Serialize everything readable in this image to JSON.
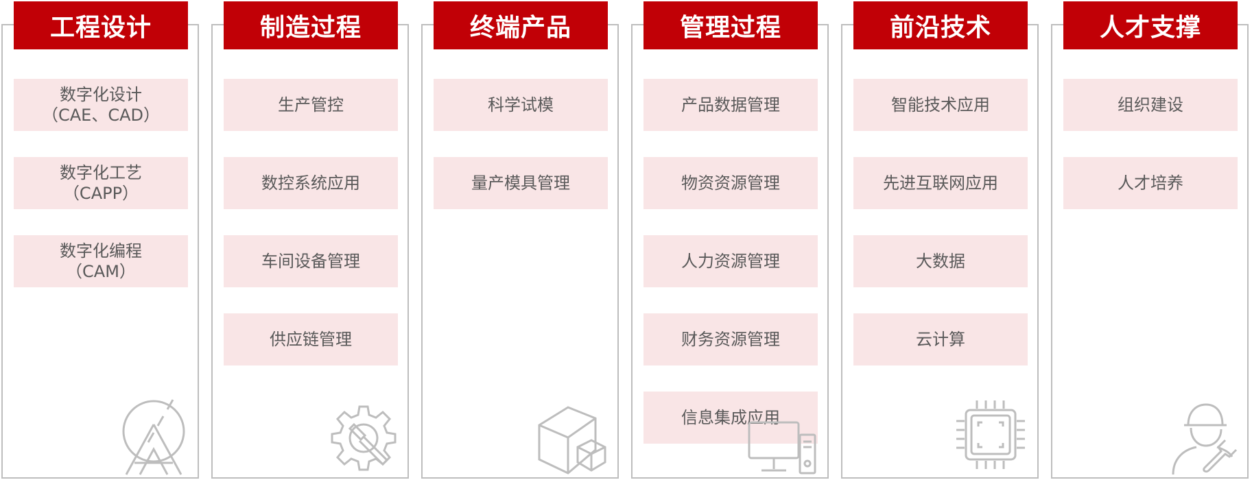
{
  "columns": [
    {
      "title": "工程设计",
      "items": [
        {
          "line1": "数字化设计",
          "line2": "（CAE、CAD）"
        },
        {
          "line1": "数字化工艺",
          "line2": "（CAPP）"
        },
        {
          "line1": "数字化编程",
          "line2": "（CAM）"
        }
      ],
      "icon": "compass-icon"
    },
    {
      "title": "制造过程",
      "items": [
        {
          "line1": "生产管控",
          "line2": ""
        },
        {
          "line1": "数控系统应用",
          "line2": ""
        },
        {
          "line1": "车间设备管理",
          "line2": ""
        },
        {
          "line1": "供应链管理",
          "line2": ""
        }
      ],
      "icon": "gear-wrench-icon"
    },
    {
      "title": "终端产品",
      "items": [
        {
          "line1": "科学试模",
          "line2": ""
        },
        {
          "line1": "量产模具管理",
          "line2": ""
        }
      ],
      "icon": "boxes-icon"
    },
    {
      "title": "管理过程",
      "items": [
        {
          "line1": "产品数据管理",
          "line2": ""
        },
        {
          "line1": "物资资源管理",
          "line2": ""
        },
        {
          "line1": "人力资源管理",
          "line2": ""
        },
        {
          "line1": "财务资源管理",
          "line2": ""
        },
        {
          "line1": "信息集成应用",
          "line2": ""
        }
      ],
      "icon": "computer-icon"
    },
    {
      "title": "前沿技术",
      "items": [
        {
          "line1": "智能技术应用",
          "line2": ""
        },
        {
          "line1": "先进互联网应用",
          "line2": ""
        },
        {
          "line1": "大数据",
          "line2": ""
        },
        {
          "line1": "云计算",
          "line2": ""
        }
      ],
      "icon": "chip-icon"
    },
    {
      "title": "人才支撑",
      "items": [
        {
          "line1": "组织建设",
          "line2": ""
        },
        {
          "line1": "人才培养",
          "line2": ""
        }
      ],
      "icon": "engineer-icon"
    }
  ],
  "colors": {
    "header_bg": "#c10006",
    "item_bg": "#f9e5e6",
    "border": "#bdbdbd",
    "icon": "#bdbdbd",
    "text": "#595959"
  }
}
